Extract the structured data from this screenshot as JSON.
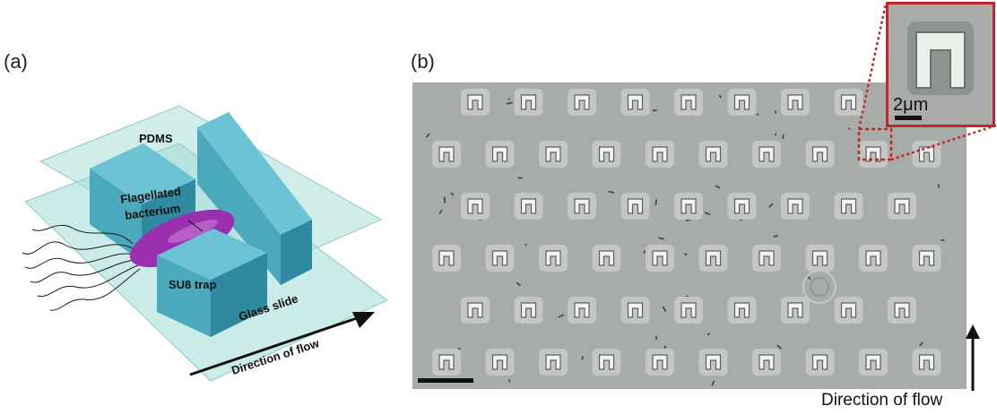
{
  "panels": {
    "a": {
      "letter": "(a)"
    },
    "b": {
      "letter": "(b)"
    }
  },
  "diagram_labels": {
    "pdms": "PDMS",
    "bacterium_line1": "Flagellated",
    "bacterium_line2": "bacterium",
    "trap": "SU8 trap",
    "glass": "Glass slide",
    "flow": "Direction of flow"
  },
  "micrograph": {
    "inset_scale_label": "2μm",
    "flow_caption": "Direction of flow"
  },
  "colors": {
    "pdms_glass": "#a9ded9",
    "trap_face": "#4aa9bd",
    "trap_top": "#6cc3d3",
    "trap_side": "#2f8aa0",
    "bacterium": "#9b2fb0",
    "inset_border": "#c0262b",
    "micrograph_bg": "#a8aca8"
  }
}
